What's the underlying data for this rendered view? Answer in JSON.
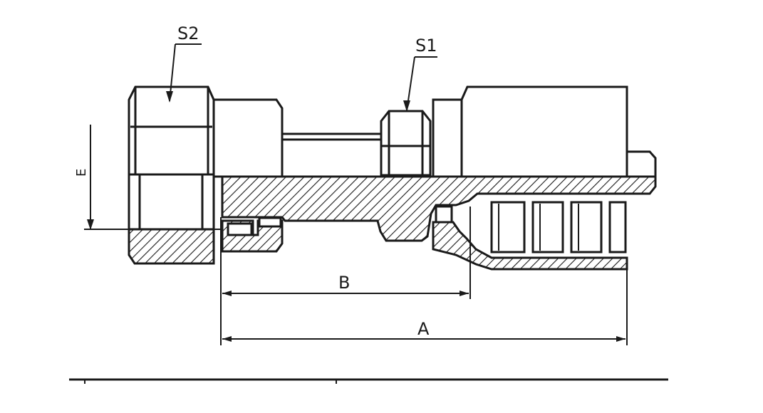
{
  "diagram": {
    "labels": {
      "s2": "S2",
      "s1": "S1",
      "e": "E",
      "b": "B",
      "a": "A"
    },
    "colors": {
      "line": "#1a1a1a",
      "background": "#ffffff"
    }
  }
}
